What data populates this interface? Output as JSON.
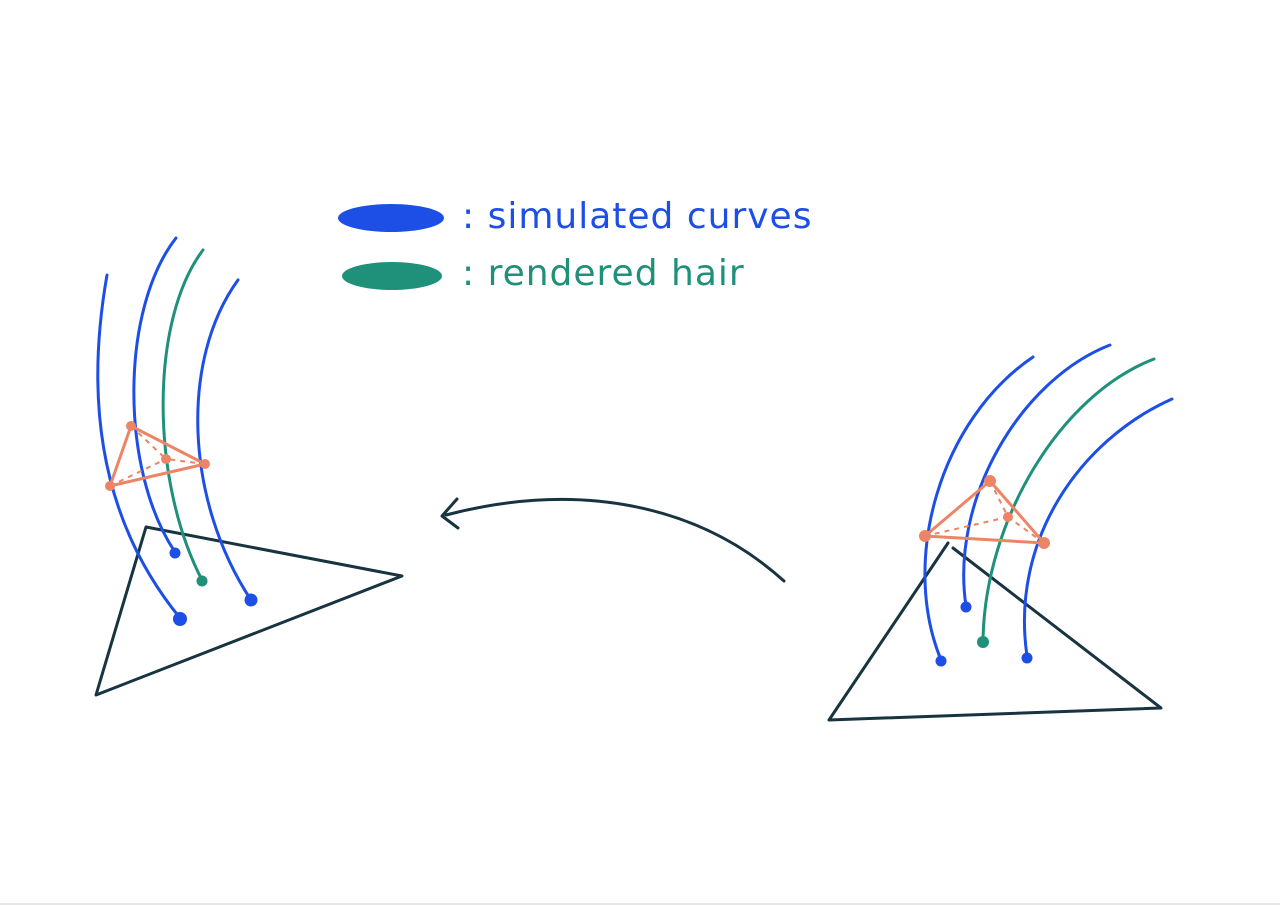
{
  "colors": {
    "simulated": "#1d4ee6",
    "rendered": "#1f9079",
    "triangle": "#173440",
    "binding": "#ec8566",
    "arrow": "#173440"
  },
  "legend": {
    "items": [
      {
        "label": ": simulated curves",
        "color": "#1d4ee6",
        "kind": "simulated"
      },
      {
        "label": ": rendered hair",
        "color": "#1f9079",
        "kind": "rendered"
      }
    ]
  }
}
